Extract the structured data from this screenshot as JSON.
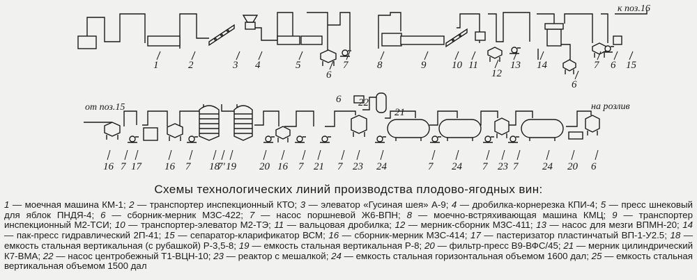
{
  "diagram": {
    "row1_labels": [
      "1",
      "2",
      "3",
      "4",
      "5",
      "6",
      "7",
      "8",
      "9",
      "10",
      "11",
      "12",
      "13",
      "14",
      "7",
      "6",
      "15",
      "6"
    ],
    "row2_labels": [
      "16",
      "7",
      "17",
      "16",
      "7",
      "18",
      "7'",
      "19",
      "20",
      "16",
      "7",
      "21",
      "7",
      "23",
      "24",
      "7",
      "24",
      "7",
      "23",
      "7",
      "24",
      "20",
      "6"
    ],
    "top_mid_labels": [
      "6",
      "22",
      "21"
    ],
    "note_to_item": "к поз.16",
    "note_from_item": "от поз.15",
    "note_to_bottling": "на розлив"
  },
  "caption": "Схемы технологических линий производства плодово-ягодных вин:",
  "legend": [
    {
      "num": "1",
      "text": "моечная машина КМ-1;"
    },
    {
      "num": "2",
      "text": "транспортер инспекционный КТО;"
    },
    {
      "num": "3",
      "text": "элеватор «Гусиная шея» А-9;"
    },
    {
      "num": "4",
      "text": "дробилка-корнерезка КПИ-4;"
    },
    {
      "num": "5",
      "text": "пресс шнековый для яблок ПНДЯ-4;"
    },
    {
      "num": "6",
      "text": "сборник-мерник МЗС-422;"
    },
    {
      "num": "7",
      "text": "насос поршневой Ж6-ВПН;"
    },
    {
      "num": "8",
      "text": "моечно-встряхивающая машина КМЦ;"
    },
    {
      "num": "9",
      "text": "транспортер инспекционный М2-ТСИ;"
    },
    {
      "num": "10",
      "text": "транспортер-элеватор М2-ТЭ;"
    },
    {
      "num": "11",
      "text": "вальцовая дробилка;"
    },
    {
      "num": "12",
      "text": "мерник-сборник МЗС-411;"
    },
    {
      "num": "13",
      "text": "насос для мезги ВПМН-20;"
    },
    {
      "num": "14",
      "text": "пак-пресс гидравлический 2П-41;"
    },
    {
      "num": "15",
      "text": "сепаратор-кларификатор ВСМ;"
    },
    {
      "num": "16",
      "text": "сборник-мерник МЗС-414;"
    },
    {
      "num": "17",
      "text": "пастеризатор пластинчатый ВП-1-У2.5;"
    },
    {
      "num": "18",
      "text": "емкость стальная вертикальная (с рубашкой) Р-3,5-8;"
    },
    {
      "num": "19",
      "text": "емкость стальная вертикальная Р-8;"
    },
    {
      "num": "20",
      "text": "фильтр-пресс В9-ВФС/45;"
    },
    {
      "num": "21",
      "text": "мерник цилиндрический К7-ВМА;"
    },
    {
      "num": "22",
      "text": "насос центробежный Т1-ВЦН-10;"
    },
    {
      "num": "23",
      "text": "реактор с мешалкой;"
    },
    {
      "num": "24",
      "text": "емкость стальная горизонтальная объемом 1600 дал;"
    },
    {
      "num": "25",
      "text": "емкость стальная вертикальная объемом 1500 дал"
    }
  ]
}
